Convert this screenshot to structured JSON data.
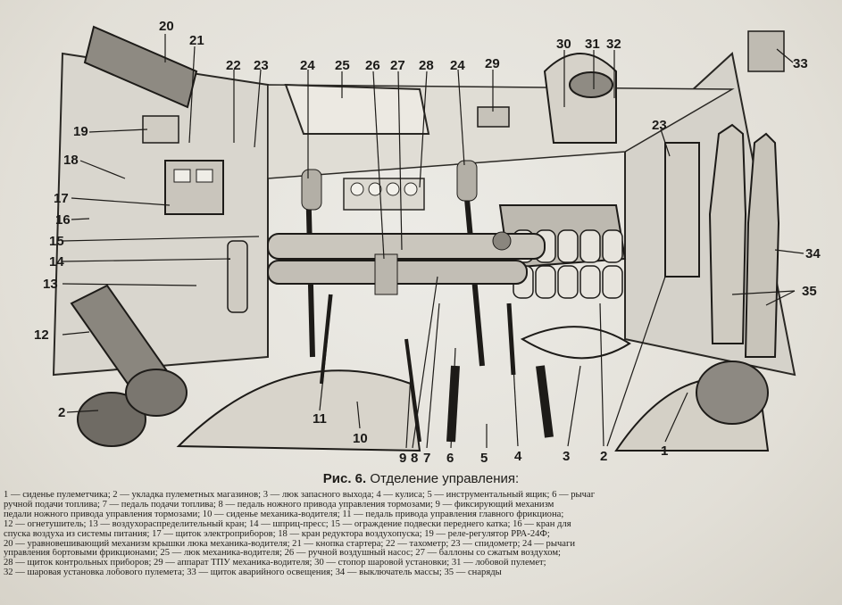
{
  "figure": {
    "labels": [
      "1",
      "2",
      "3",
      "4",
      "5",
      "6",
      "7",
      "8",
      "9",
      "10",
      "11",
      "12",
      "13",
      "14",
      "15",
      "16",
      "17",
      "18",
      "19",
      "20",
      "21",
      "22",
      "23",
      "23",
      "24",
      "24",
      "25",
      "26",
      "27",
      "28",
      "29",
      "30",
      "31",
      "32",
      "33",
      "34",
      "35"
    ]
  },
  "caption": {
    "prefix": "Рис. 6.",
    "title": "Отделение управления:"
  },
  "legend": {
    "lines": [
      "1 — сиденье пулеметчика; 2 — укладка пулеметных магазинов; 3 — люк запасного выхода; 4 — кулиса; 5 — инструментальный ящик; 6 — рычаг",
      "ручной подачи топлива; 7 — педаль подачи топлива; 8 — педаль ножного привода управления тормозами; 9 — фиксирующий механизм",
      "педали ножного привода управления тормозами; 10 — сиденье механика-водителя; 11 — педаль привода управления главного фрикциона;",
      "12 — огнетушитель; 13 — воздухораспределительный кран; 14 — шприц-пресс; 15 — ограждение подвески переднего катка; 16 — кран для",
      "спуска воздуха из системы питания; 17 — щиток электроприборов; 18 — кран редуктора воздухопуска; 19 — реле-регулятор РРА-24Ф;",
      "20 — уравновешивающий механизм крышки люка механика-водителя; 21 — кнопка стартера; 22 — тахометр; 23 — спидометр; 24 — рычаги",
      "управления бортовыми фрикционами; 25 — люк механика-водителя; 26 — ручной воздушный насос; 27 — баллоны со сжатым воздухом;",
      "28 — щиток контрольных приборов; 29 — аппарат ТПУ механика-водителя; 30 — стопор шаровой установки; 31 — лобовой пулемет;",
      "32 — шаровая установка лобового пулемета; 33 — щиток аварийного освещения; 34 — выключатель массы; 35 — снаряды"
    ]
  }
}
